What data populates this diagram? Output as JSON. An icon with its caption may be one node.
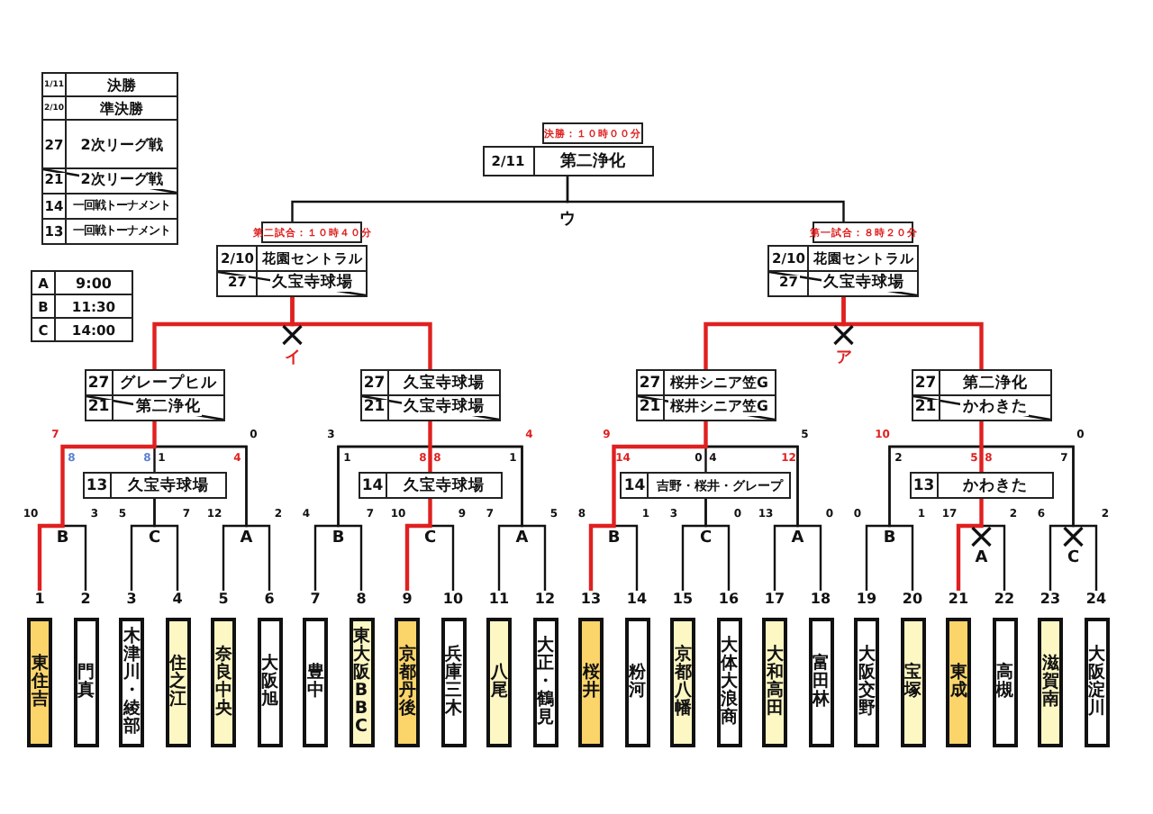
{
  "diagram": {
    "nodes": [
      {
        "text": [
          "決勝：１０時００分",
          "2/11",
          "第二浄化"
        ]
      },
      {
        "text": [
          "第二試合：１０時４０分",
          "2/10",
          "花園セントラル",
          "27",
          "久宝寺球場"
        ]
      },
      {
        "text": [
          "第一試合：８時２０分",
          "2/10",
          "花園セントラル",
          "27",
          "久宝寺球場"
        ]
      },
      {
        "text": [
          "27",
          "グレープヒル",
          "21",
          "第二浄化"
        ]
      },
      {
        "text": [
          "27",
          "久宝寺球場",
          "21",
          "久宝寺球場"
        ]
      },
      {
        "text": [
          "27",
          "桜井シニア笠G",
          "21",
          "桜井シニア笠G"
        ]
      },
      {
        "text": [
          "27",
          "第二浄化",
          "21",
          "かわきた"
        ]
      },
      {
        "text": [
          "13",
          "久宝寺球場"
        ]
      },
      {
        "text": [
          "14",
          "久宝寺球場"
        ]
      },
      {
        "text": [
          "14",
          "吉野・桜井・グレープ"
        ]
      },
      {
        "text": [
          "13",
          "かわきた"
        ]
      },
      {
        "text": [
          "東住吉"
        ],
        "beside": [
          "1"
        ]
      },
      {
        "text": [
          "門真"
        ],
        "beside": [
          "2"
        ]
      },
      {
        "text": [
          "木津川・綾部"
        ],
        "beside": [
          "3"
        ]
      },
      {
        "text": [
          "住之江"
        ],
        "beside": [
          "4"
        ]
      },
      {
        "text": [
          "奈良中央"
        ],
        "beside": [
          "5"
        ]
      },
      {
        "text": [
          "大阪旭"
        ],
        "beside": [
          "6"
        ]
      },
      {
        "text": [
          "豊中"
        ],
        "beside": [
          "7"
        ]
      },
      {
        "text": [
          "東大阪BBC"
        ],
        "beside": [
          "8"
        ]
      },
      {
        "text": [
          "京都丹後"
        ],
        "beside": [
          "9"
        ]
      },
      {
        "text": [
          "兵庫三木"
        ],
        "beside": [
          "10"
        ]
      },
      {
        "text": [
          "八尾"
        ],
        "beside": [
          "11"
        ]
      },
      {
        "text": [
          "大正・鶴見"
        ],
        "beside": [
          "12"
        ]
      },
      {
        "text": [
          "桜井"
        ],
        "beside": [
          "13"
        ]
      },
      {
        "text": [
          "粉河"
        ],
        "beside": [
          "14"
        ]
      },
      {
        "text": [
          "京都八幡"
        ],
        "beside": [
          "15"
        ]
      },
      {
        "text": [
          "大体大浪商"
        ],
        "beside": [
          "16"
        ]
      },
      {
        "text": [
          "大和高田"
        ],
        "beside": [
          "17"
        ]
      },
      {
        "text": [
          "富田林"
        ],
        "beside": [
          "18"
        ]
      },
      {
        "text": [
          "大阪交野"
        ],
        "beside": [
          "19"
        ]
      },
      {
        "text": [
          "宝塚"
        ],
        "beside": [
          "20"
        ]
      },
      {
        "text": [
          "東成"
        ],
        "beside": [
          "21"
        ]
      },
      {
        "text": [
          "高槻"
        ],
        "beside": [
          "22"
        ]
      },
      {
        "text": [
          "滋賀南"
        ],
        "beside": [
          "23"
        ]
      },
      {
        "text": [
          "大阪淀川"
        ],
        "beside": [
          "24"
        ]
      }
    ],
    "edges": [
      {
        "from": 11,
        "to": 3,
        "arrow": "none",
        "color": "#e02020"
      },
      {
        "from": 12,
        "to": 3,
        "arrow": "none"
      },
      {
        "from": 13,
        "to": 7,
        "arrow": "none"
      },
      {
        "from": 14,
        "to": 7,
        "arrow": "none"
      },
      {
        "from": 15,
        "to": 3,
        "arrow": "none"
      },
      {
        "from": 16,
        "to": 3,
        "arrow": "none"
      },
      {
        "from": 17,
        "to": 4,
        "arrow": "none"
      },
      {
        "from": 18,
        "to": 4,
        "arrow": "none"
      },
      {
        "from": 19,
        "to": 8,
        "arrow": "none",
        "color": "#e02020"
      },
      {
        "from": 20,
        "to": 8,
        "arrow": "none"
      },
      {
        "from": 21,
        "to": 4,
        "arrow": "none"
      },
      {
        "from": 22,
        "to": 4,
        "arrow": "none"
      },
      {
        "from": 23,
        "to": 5,
        "arrow": "none",
        "color": "#e02020"
      },
      {
        "from": 24,
        "to": 5,
        "arrow": "none"
      },
      {
        "from": 25,
        "to": 9,
        "arrow": "none"
      },
      {
        "from": 26,
        "to": 9,
        "arrow": "none"
      },
      {
        "from": 27,
        "to": 5,
        "arrow": "none"
      },
      {
        "from": 28,
        "to": 5,
        "arrow": "none"
      },
      {
        "from": 29,
        "to": 6,
        "arrow": "none"
      },
      {
        "from": 30,
        "to": 6,
        "arrow": "none"
      },
      {
        "from": 31,
        "to": 10,
        "arrow": "none",
        "color": "#e02020"
      },
      {
        "from": 32,
        "to": 10,
        "arrow": "none"
      },
      {
        "from": 33,
        "to": 6,
        "arrow": "none"
      },
      {
        "from": 34,
        "to": 6,
        "arrow": "none"
      },
      {
        "from": 7,
        "to": 3,
        "arrow": "none"
      },
      {
        "from": 8,
        "to": 4,
        "arrow": "none",
        "color": "#e02020"
      },
      {
        "from": 9,
        "to": 5,
        "arrow": "none"
      },
      {
        "from": 10,
        "to": 6,
        "arrow": "none",
        "color": "#e02020"
      },
      {
        "from": 3,
        "to": 1,
        "arrow": "none",
        "color": "#e02020"
      },
      {
        "from": 4,
        "to": 1,
        "arrow": "none",
        "color": "#e02020"
      },
      {
        "from": 5,
        "to": 2,
        "arrow": "none",
        "color": "#e02020"
      },
      {
        "from": 6,
        "to": 2,
        "arrow": "none",
        "color": "#e02020"
      },
      {
        "from": 1,
        "to": 0,
        "arrow": "none"
      },
      {
        "from": 2,
        "to": 0,
        "arrow": "none"
      }
    ],
    "labels": [
      "1/11",
      "決勝",
      "2/10",
      "準決勝",
      "27",
      "2次リーグ戦",
      "21",
      "2次リーグ戦",
      "14",
      "一回戦トーナメント",
      "13",
      "一回戦トーナメント",
      "A",
      "9:00",
      "B",
      "11:30",
      "C",
      "14:00",
      "ウ",
      "イ",
      "ア",
      "7",
      "0",
      "3",
      "4",
      "9",
      "5",
      "10",
      "0",
      "8",
      "8",
      "1",
      "4",
      "1",
      "8",
      "8",
      "1",
      "14",
      "0",
      "4",
      "12",
      "2",
      "5",
      "8",
      "7",
      "10",
      "3",
      "5",
      "7",
      "12",
      "2",
      "4",
      "7",
      "10",
      "9",
      "7",
      "5",
      "8",
      "1",
      "3",
      "0",
      "13",
      "0",
      "0",
      "1",
      "17",
      "2",
      "6",
      "2",
      "B",
      "C",
      "A",
      "B",
      "C",
      "A",
      "B",
      "C",
      "A",
      "B",
      "A",
      "C"
    ]
  }
}
